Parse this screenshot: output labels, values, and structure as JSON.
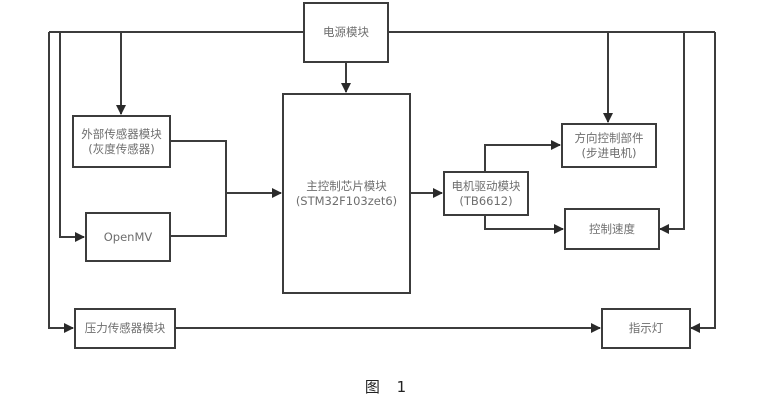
{
  "diagram": {
    "nodes": {
      "power": {
        "line1": "电源模块",
        "line2": ""
      },
      "ext_sensor": {
        "line1": "外部传感器模块",
        "line2": "(灰度传感器)"
      },
      "openmv": {
        "line1": "OpenMV",
        "line2": ""
      },
      "mcu": {
        "line1": "主控制芯片模块",
        "line2": "(STM32F103zet6)"
      },
      "motor_driver": {
        "line1": "电机驱动模块",
        "line2": "(TB6612)"
      },
      "direction": {
        "line1": "方向控制部件",
        "line2": "(步进电机)"
      },
      "speed": {
        "line1": "控制速度",
        "line2": ""
      },
      "pressure": {
        "line1": "压力传感器模块",
        "line2": ""
      },
      "indicator": {
        "line1": "指示灯",
        "line2": ""
      }
    },
    "edges": [
      {
        "from": "power",
        "to": "mcu"
      },
      {
        "from": "power",
        "to": "ext_sensor"
      },
      {
        "from": "power",
        "to": "openmv"
      },
      {
        "from": "power",
        "to": "pressure"
      },
      {
        "from": "power",
        "to": "direction"
      },
      {
        "from": "power",
        "to": "speed"
      },
      {
        "from": "power",
        "to": "indicator"
      },
      {
        "from": "ext_sensor",
        "to": "mcu"
      },
      {
        "from": "openmv",
        "to": "mcu"
      },
      {
        "from": "mcu",
        "to": "motor_driver"
      },
      {
        "from": "motor_driver",
        "to": "direction"
      },
      {
        "from": "motor_driver",
        "to": "speed"
      },
      {
        "from": "pressure",
        "to": "indicator"
      }
    ],
    "caption": "图 1"
  }
}
